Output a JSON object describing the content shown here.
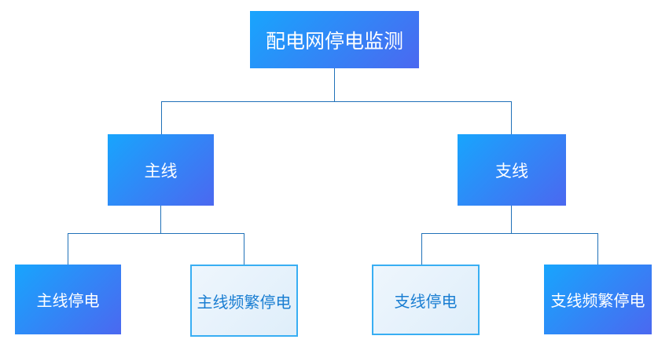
{
  "tree": {
    "root": {
      "label": "配电网停电监测"
    },
    "children": [
      {
        "label": "主线",
        "children": [
          {
            "label": "主线停电",
            "style": "solid"
          },
          {
            "label": "主线频繁停电",
            "style": "outline"
          }
        ]
      },
      {
        "label": "支线",
        "children": [
          {
            "label": "支线停电",
            "style": "outline"
          },
          {
            "label": "支线频繁停电",
            "style": "solid"
          }
        ]
      }
    ]
  },
  "colors": {
    "node_gradient_start": "#18a5fd",
    "node_gradient_end": "#4b68f0",
    "solid_node_text": "#ffffff",
    "outline_node_bg": "#e6f1fb",
    "outline_node_border": "#38aef3",
    "outline_node_text": "#1a7ed2",
    "connector": "#2071b8",
    "background": "#ffffff"
  }
}
